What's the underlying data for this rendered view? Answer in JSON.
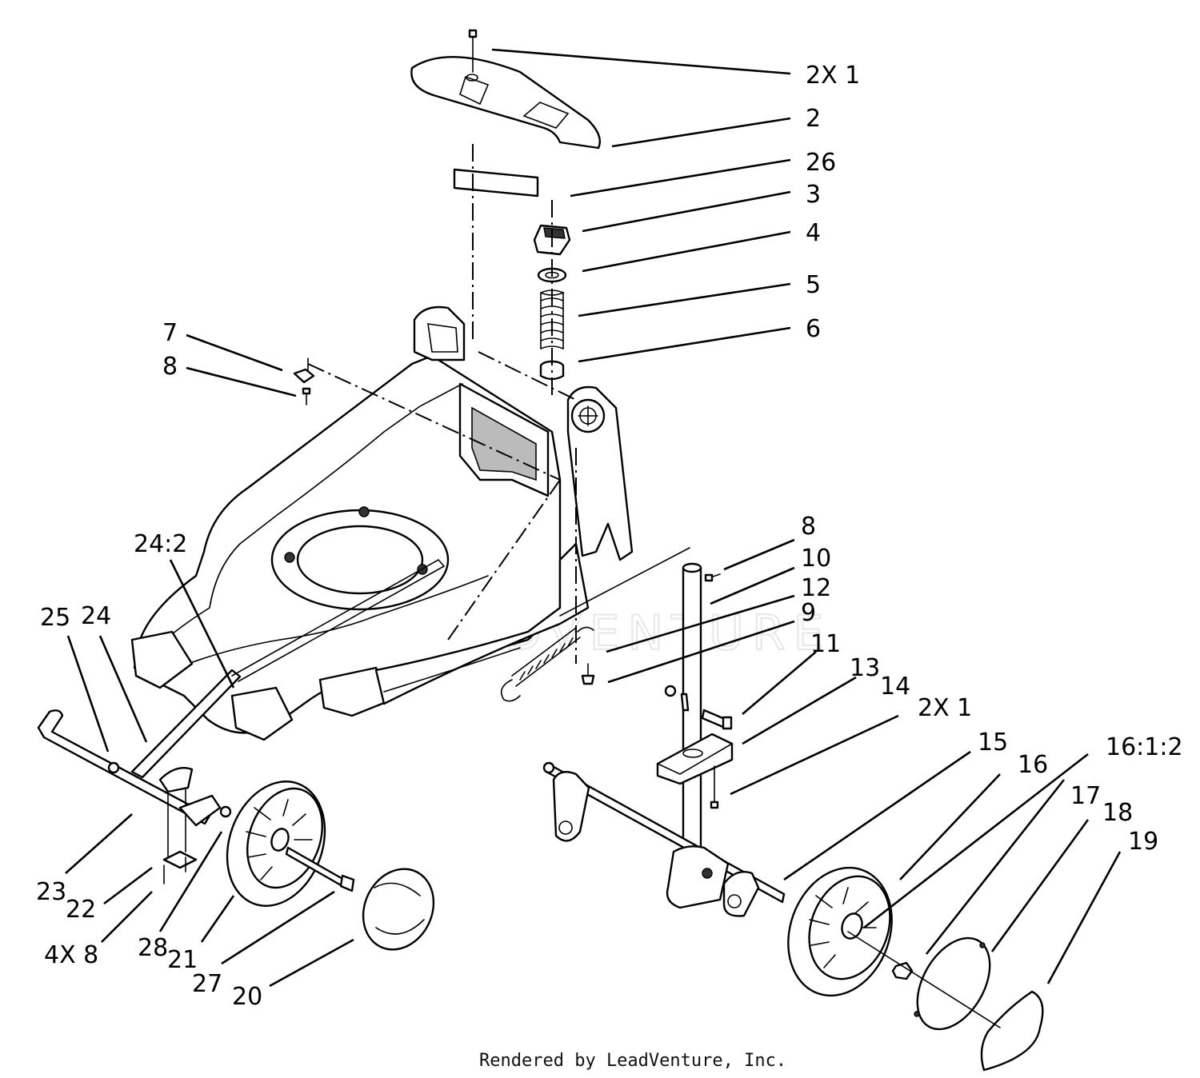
{
  "diagram": {
    "callouts": [
      {
        "id": "c-2x1-top",
        "text": "2X 1"
      },
      {
        "id": "c-2",
        "text": "2"
      },
      {
        "id": "c-26",
        "text": "26"
      },
      {
        "id": "c-3",
        "text": "3"
      },
      {
        "id": "c-4",
        "text": "4"
      },
      {
        "id": "c-5",
        "text": "5"
      },
      {
        "id": "c-6",
        "text": "6"
      },
      {
        "id": "c-7",
        "text": "7"
      },
      {
        "id": "c-8-left",
        "text": "8"
      },
      {
        "id": "c-24-2",
        "text": "24:2"
      },
      {
        "id": "c-25",
        "text": "25"
      },
      {
        "id": "c-24",
        "text": "24"
      },
      {
        "id": "c-8-right",
        "text": "8"
      },
      {
        "id": "c-10",
        "text": "10"
      },
      {
        "id": "c-12",
        "text": "12"
      },
      {
        "id": "c-9",
        "text": "9"
      },
      {
        "id": "c-11",
        "text": "11"
      },
      {
        "id": "c-13",
        "text": "13"
      },
      {
        "id": "c-14",
        "text": "14"
      },
      {
        "id": "c-2x1-right",
        "text": "2X 1"
      },
      {
        "id": "c-15",
        "text": "15"
      },
      {
        "id": "c-16",
        "text": "16"
      },
      {
        "id": "c-16-1-2",
        "text": "16:1:2"
      },
      {
        "id": "c-17",
        "text": "17"
      },
      {
        "id": "c-18",
        "text": "18"
      },
      {
        "id": "c-19",
        "text": "19"
      },
      {
        "id": "c-23",
        "text": "23"
      },
      {
        "id": "c-22",
        "text": "22"
      },
      {
        "id": "c-4x8",
        "text": "4X 8"
      },
      {
        "id": "c-28",
        "text": "28"
      },
      {
        "id": "c-21",
        "text": "21"
      },
      {
        "id": "c-27",
        "text": "27"
      },
      {
        "id": "c-20",
        "text": "20"
      }
    ],
    "watermark": "LEADVENTURE",
    "credit": "Rendered by LeadVenture, Inc."
  }
}
